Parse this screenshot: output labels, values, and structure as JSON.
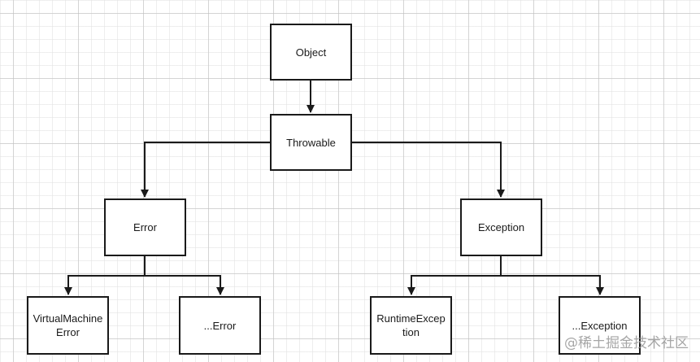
{
  "nodes": {
    "object": "Object",
    "throwable": "Throwable",
    "error": "Error",
    "exception": "Exception",
    "virtual_machine_error": "VirtualMachineError",
    "error_more": "...Error",
    "runtime_exception": "RuntimeException",
    "exception_more": "...Exception"
  },
  "watermark": "@稀土掘金技术社区",
  "colors": {
    "stroke": "#1a1a1a",
    "grid": "#d9d9d9",
    "watermark": "#969696"
  }
}
